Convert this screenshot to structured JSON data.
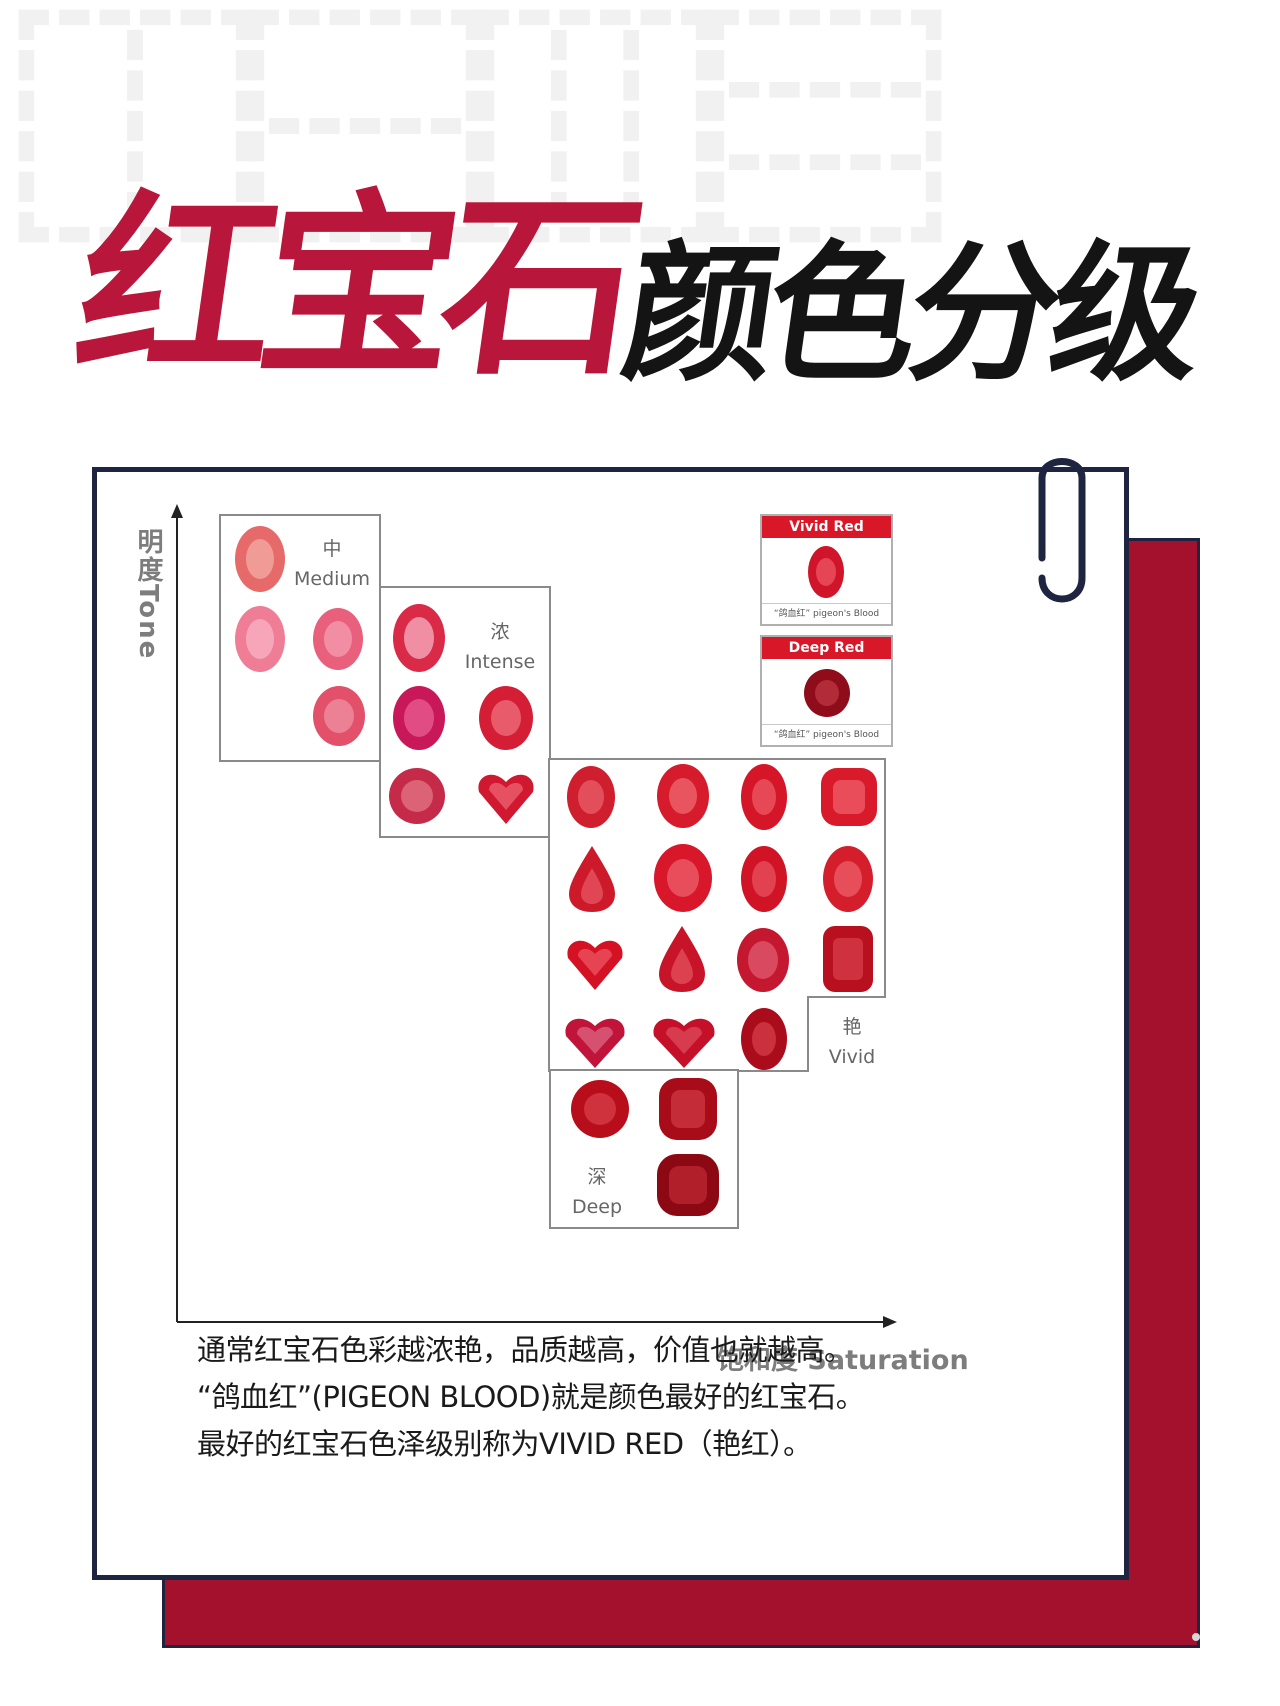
{
  "title": {
    "red": "红宝石",
    "black": "颜色分级"
  },
  "axes": {
    "y": "明度Tone",
    "x": "饱和度 Saturation"
  },
  "zones": [
    {
      "cn": "中",
      "en": "Medium"
    },
    {
      "cn": "浓",
      "en": "Intense"
    },
    {
      "cn": "艳",
      "en": "Vivid"
    },
    {
      "cn": "深",
      "en": "Deep"
    }
  ],
  "legend": [
    {
      "header": "Vivid Red",
      "caption": "“鸽血红” pigeon's Blood",
      "color": "#d0142a"
    },
    {
      "header": "Deep Red",
      "caption": "“鸽血红” pigeon's Blood",
      "color": "#8f0c1a"
    }
  ],
  "description": [
    "通常红宝石色彩越浓艳，品质越高，价值也就越高。",
    "“鸽血红”(PIGEON BLOOD)就是颜色最好的红宝石。",
    "最好的红宝石色泽级别称为VIVID RED（艳红）。"
  ],
  "colors": {
    "brand_red": "#b8163a",
    "card_border": "#1f2540",
    "shadow_red": "#a3112c",
    "legend_red": "#d81828"
  }
}
